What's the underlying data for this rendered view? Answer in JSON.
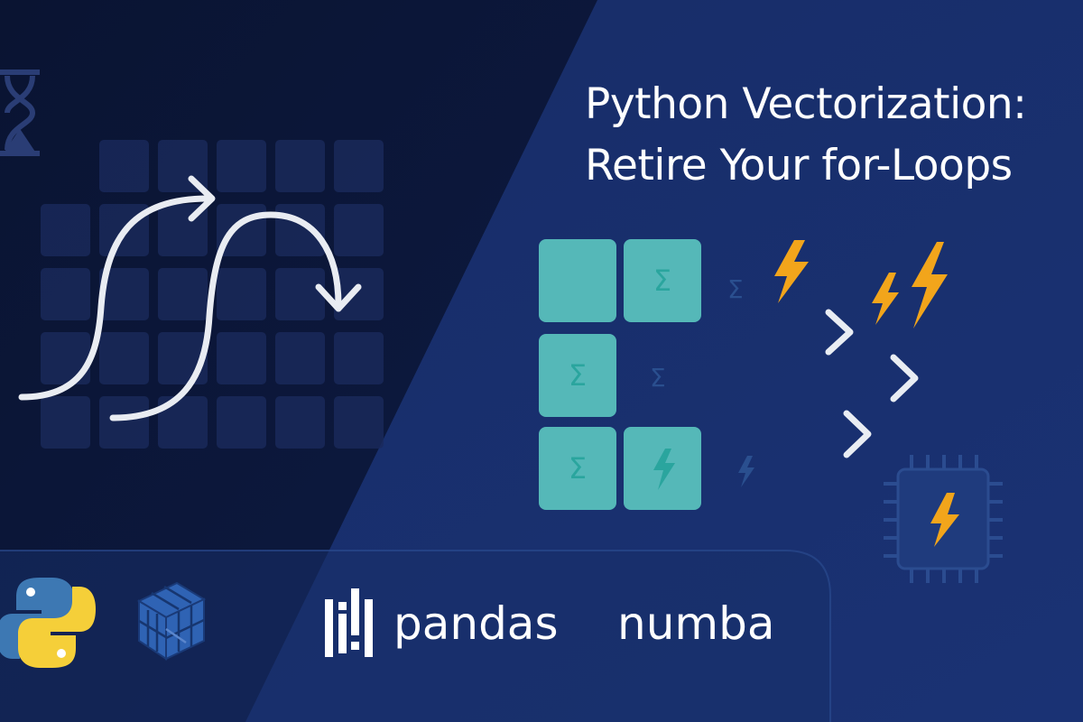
{
  "title": {
    "line1": "Python Vectorization:",
    "line2": "Retire Your for-Loops"
  },
  "logos": {
    "pandas": "pandas",
    "numba": "numba"
  },
  "symbols": {
    "sigma": "Σ"
  },
  "icons": [
    "hourglass-icon",
    "python-logo-icon",
    "numpy-cube-icon",
    "pandas-bars-icon",
    "lightning-icon",
    "cpu-chip-icon"
  ],
  "colors": {
    "background_left": "#0b1535",
    "background_right": "#182f6b",
    "panel": "#1a3470",
    "teal_cell": "#55b8b8",
    "bolt": "#f2a51b",
    "arrow": "#e9edf3",
    "python_blue": "#3d78b3",
    "python_yellow": "#f5cf39",
    "numpy_blue": "#2f63b4"
  }
}
